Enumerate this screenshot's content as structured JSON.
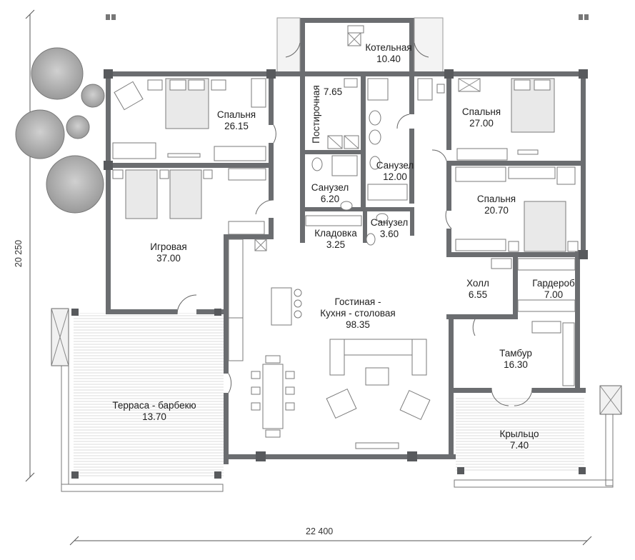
{
  "dimensions": {
    "width_label": "22 400",
    "height_label": "20 250"
  },
  "rooms": {
    "boiler": {
      "name": "Котельная",
      "area": "10.40"
    },
    "laundry": {
      "name": "Постирочная",
      "area": "7.65"
    },
    "bedroom_left": {
      "name": "Спальня",
      "area": "26.15"
    },
    "bedroom_right_top": {
      "name": "Спальня",
      "area": "27.00"
    },
    "bathroom_center": {
      "name": "Санузел",
      "area": "12.00"
    },
    "bathroom_small": {
      "name": "Санузел",
      "area": "6.20"
    },
    "bathroom_tiny": {
      "name": "Санузел",
      "area": "3.60"
    },
    "storage": {
      "name": "Кладовка",
      "area": "3.25"
    },
    "bedroom_right_mid": {
      "name": "Спальня",
      "area": "20.70"
    },
    "playroom": {
      "name": "Игровая",
      "area": "37.00"
    },
    "living": {
      "name": "Гостиная -",
      "name2": "Кухня - столовая",
      "area": "98.35"
    },
    "hall": {
      "name": "Холл",
      "area": "6.55"
    },
    "wardrobe": {
      "name": "Гардероб",
      "area": "7.00"
    },
    "vestibule": {
      "name": "Тамбур",
      "area": "16.30"
    },
    "terrace": {
      "name": "Терраса - барбекю",
      "area": "13.70"
    },
    "porch": {
      "name": "Крыльцо",
      "area": "7.40"
    }
  },
  "colors": {
    "wall": "#6b6d70",
    "furniture_stroke": "#7a7a7a",
    "deck_lines": "#c9c9c9",
    "background": "#ffffff"
  }
}
